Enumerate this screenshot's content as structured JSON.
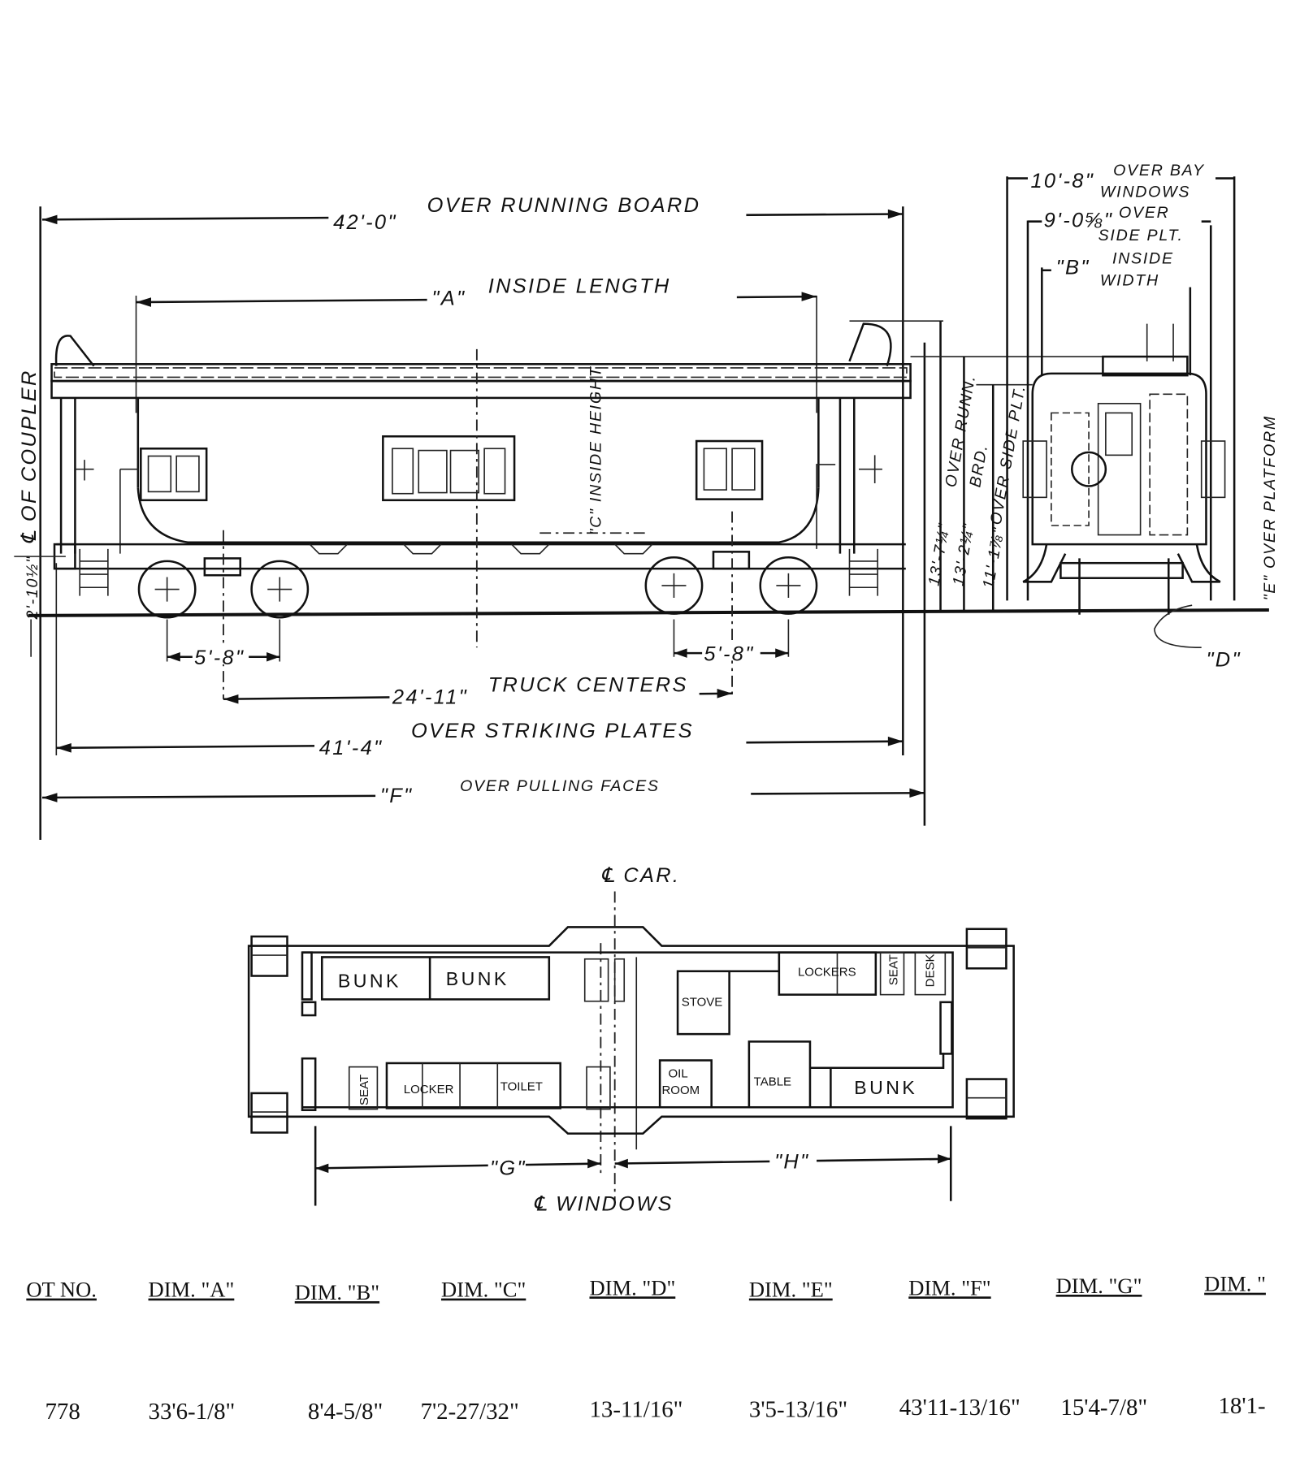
{
  "side_view": {
    "over_running_board_value": "42'-0\"",
    "over_running_board_label": "OVER RUNNING BOARD",
    "inside_length_value": "\"A\"",
    "inside_length_label": "INSIDE LENGTH",
    "inside_height": "\"C\" INSIDE HEIGHT",
    "coupler_label": "℄ OF COUPLER",
    "coupler_height": "2'-10½\"",
    "wheelbase_1": "5'-8\"",
    "wheelbase_2": "5'-8\"",
    "truck_centers_value": "24'-11\"",
    "truck_centers_label": "TRUCK CENTERS",
    "striking_plates_value": "41'-4\"",
    "striking_plates_label": "OVER STRIKING PLATES",
    "pulling_faces_value": "\"F\"",
    "pulling_faces_label": "OVER PULLING FACES",
    "height_running_board": "13'-7¼\"",
    "height_running_board_label": "OVER RUNN.",
    "height_brd": "13'-2¼\"",
    "height_brd_label": "BRD.",
    "height_side_plt": "11'-1⅞\"",
    "height_side_plt_label": "OVER SIDE PLT."
  },
  "end_view": {
    "bay_windows_value": "10'-8\"",
    "bay_windows_label_1": "OVER BAY",
    "bay_windows_label_2": "WINDOWS",
    "side_plt_value": "9'-0⅝\"",
    "side_plt_label_1": "OVER",
    "side_plt_label_2": "SIDE PLT.",
    "inside_width_value": "\"B\"",
    "inside_width_label_1": "INSIDE",
    "inside_width_label_2": "WIDTH",
    "platform_label": "\"E\" OVER PLATFORM",
    "dim_d": "\"D\""
  },
  "floor_plan": {
    "car_centerline": "℄ CAR.",
    "bunk_1": "BUNK",
    "bunk_2": "BUNK",
    "bunk_3": "BUNK",
    "stove": "STOVE",
    "lockers_top": "LOCKERS",
    "seat_top": "SEAT",
    "desk": "DESK",
    "seat_bottom": "SEAT",
    "locker_bottom": "LOCKER",
    "toilet": "TOILET",
    "oil_room_1": "OIL",
    "oil_room_2": "ROOM",
    "table": "TABLE",
    "dim_g": "\"G\"",
    "dim_h": "\"H\"",
    "windows_centerline": "℄ WINDOWS"
  },
  "dimension_table": {
    "headers": [
      "OT NO.",
      "DIM. \"A\"",
      "DIM. \"B\"",
      "DIM. \"C\"",
      "DIM. \"D\"",
      "DIM. \"E\"",
      "DIM. \"F\"",
      "DIM. \"G\"",
      "DIM. \""
    ],
    "rows": [
      [
        "778",
        "33'6-1/8\"",
        "8'4-5/8\"",
        "7'2-27/32\"",
        "13-11/16\"",
        "3'5-13/16\"",
        "43'11-13/16\"",
        "15'4-7/8\"",
        "18'1-"
      ]
    ]
  }
}
